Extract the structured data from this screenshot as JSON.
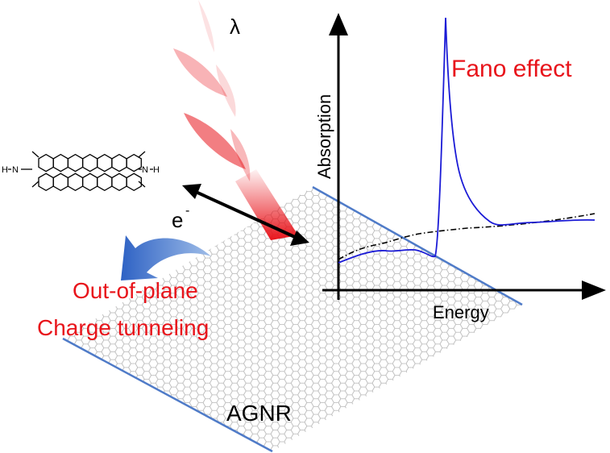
{
  "labels": {
    "lambda": "λ",
    "electron": "e",
    "electron_sup": "-",
    "tunneling_line1": "Out-of-plane",
    "tunneling_line2": "Charge tunneling",
    "ribbon": "AGNR",
    "fano": "Fano effect",
    "x_axis": "Energy",
    "y_axis": "Absorption"
  },
  "molecule_atoms": {
    "h_left": "H",
    "n_left": "N",
    "n_right": "N",
    "h_right": "H"
  },
  "colors": {
    "accent_red": "#e8141b",
    "fano_curve": "#1b1bd6",
    "ribbon_edge": "#4f7bc8",
    "lattice": "#b4b4b4",
    "tunnel_arrow": "#2e62c4",
    "reference_curve": "#000000"
  },
  "icons": {
    "tunnel_arrow": "curved-arrow-icon",
    "double_arrow": "double-arrow-icon",
    "light_beam": "light-wave-icon",
    "molecule": "ptcdi-molecule-icon"
  }
}
